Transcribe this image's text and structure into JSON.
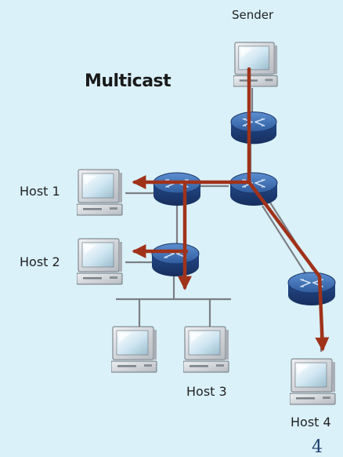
{
  "diagram": {
    "title": "Multicast",
    "labels": {
      "sender": "Sender",
      "host1": "Host 1",
      "host2": "Host 2",
      "host3": "Host 3",
      "host4": "Host 4"
    },
    "page_number": "4",
    "colors": {
      "background": "#daf1f9",
      "router_top": "#3f6fb0",
      "router_side": "#1f3e78",
      "multicast_path": "#a0321a",
      "link": "#7b7f84"
    },
    "icons": {
      "router": "router-icon",
      "computer": "desktop-computer-icon",
      "path_arrow": "arrow-icon"
    }
  }
}
